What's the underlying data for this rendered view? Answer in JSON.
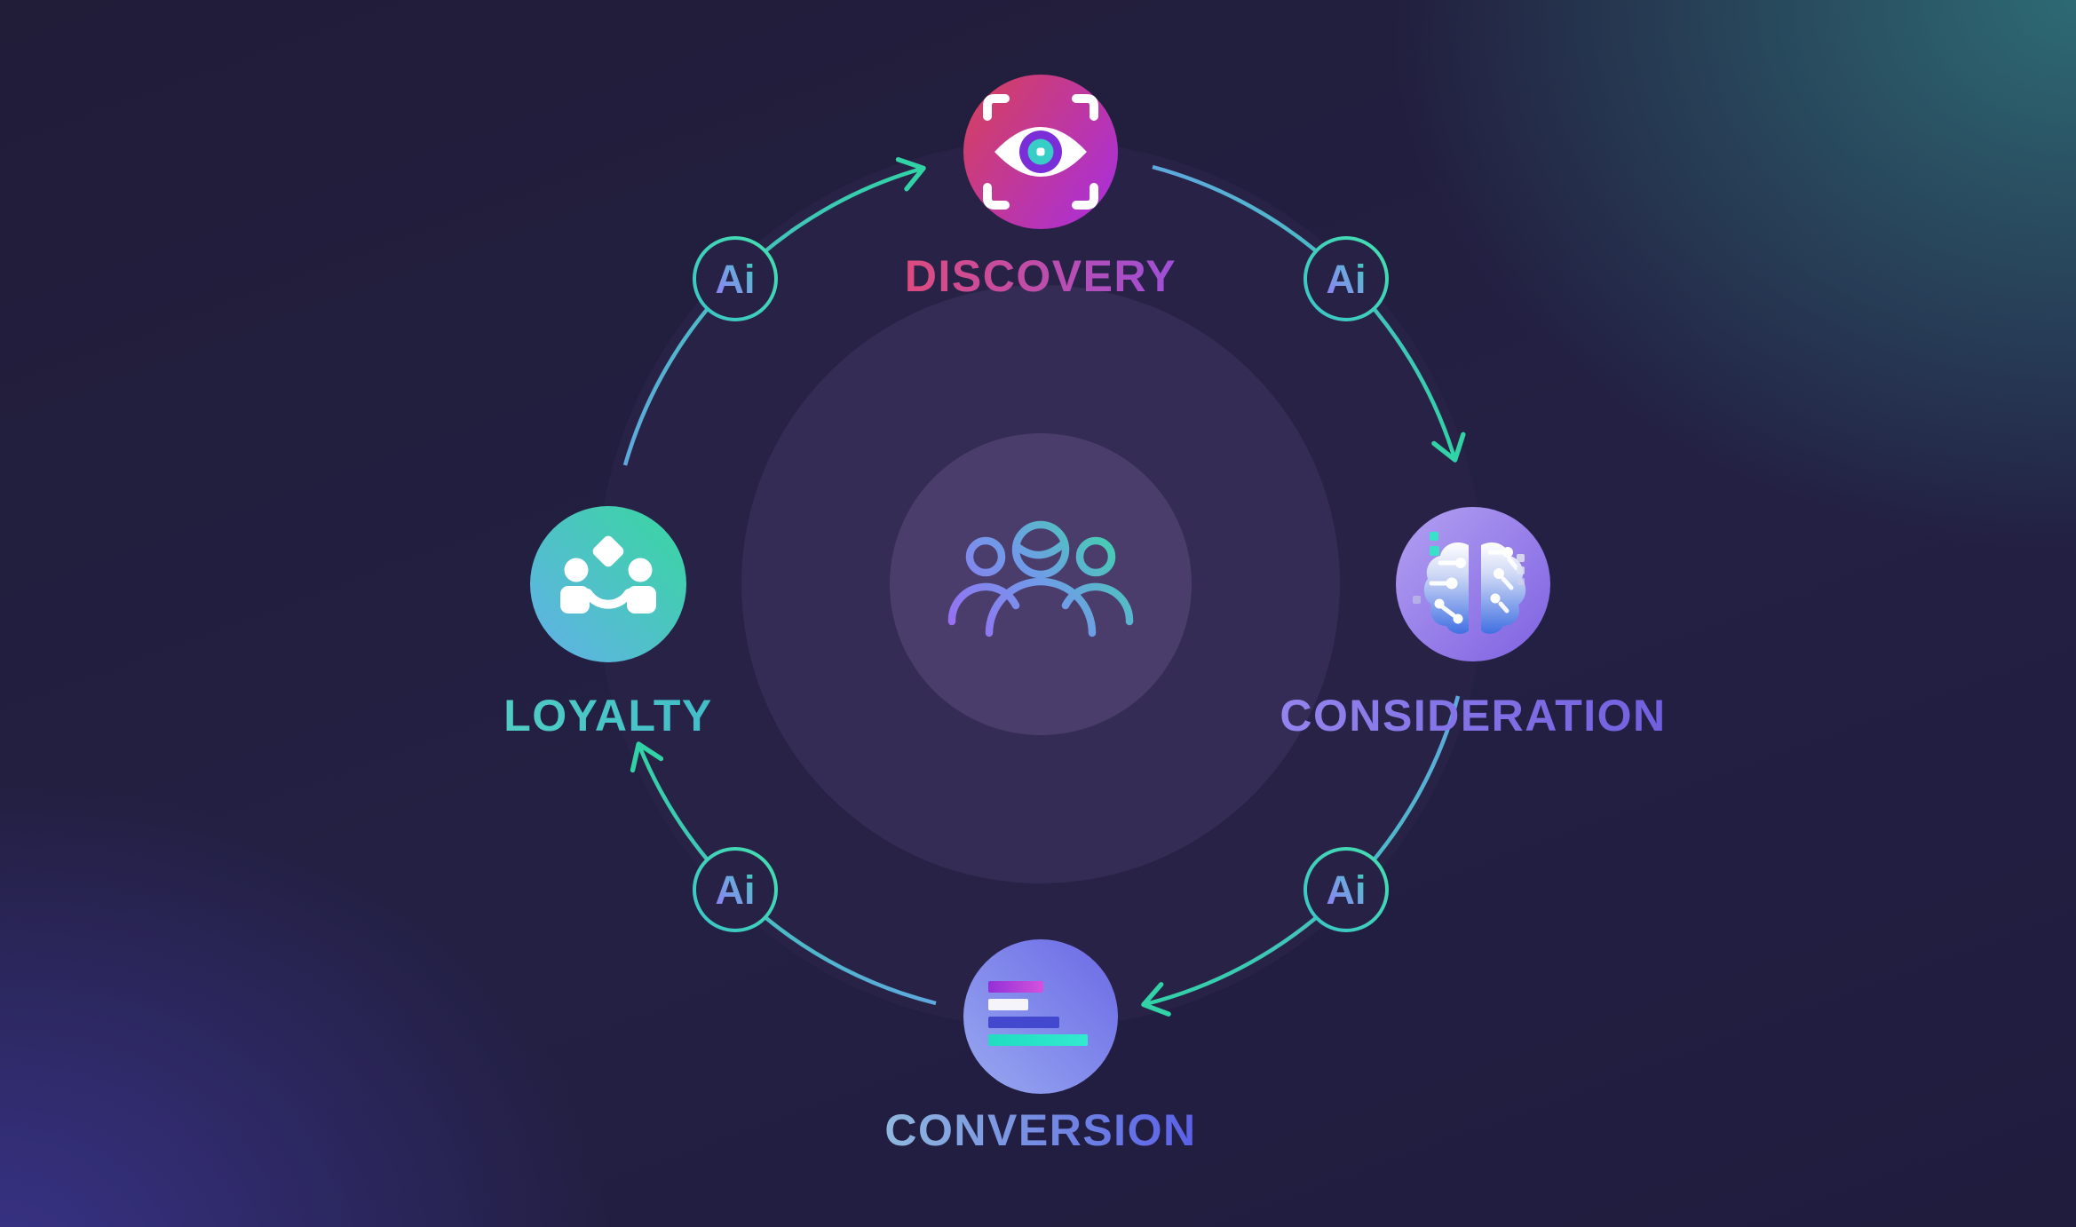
{
  "diagram": {
    "ai_badge_label": "Ai",
    "center_icon": "audience-group-icon",
    "stages": [
      {
        "id": "discovery",
        "label": "DISCOVERY",
        "icon": "eye-viewfinder-icon",
        "badge_from": "#d44060",
        "badge_to": "#aa2fda",
        "label_from": "#dd4b7e",
        "label_to": "#9e4fd8"
      },
      {
        "id": "consideration",
        "label": "CONSIDERATION",
        "icon": "brain-circuit-icon",
        "badge_from": "#b3a0f2",
        "badge_to": "#7e61e1",
        "label_from": "#9384ee",
        "label_to": "#7060de"
      },
      {
        "id": "conversion",
        "label": "CONVERSION",
        "icon": "bar-chart-icon",
        "badge_from": "#98a9f0",
        "badge_to": "#6b69e6",
        "label_from": "#90b8de",
        "label_to": "#5a60e8"
      },
      {
        "id": "loyalty",
        "label": "LOYALTY",
        "icon": "team-handshake-icon",
        "badge_from": "#62b0e9",
        "badge_to": "#38d79f",
        "label_from": "#50cdc5",
        "label_to": "#43bdc9"
      }
    ],
    "flow": [
      "discovery",
      "consideration",
      "conversion",
      "loyalty",
      "discovery"
    ],
    "connector_colors": {
      "start": "#5fa8de",
      "end": "#31d3a6"
    }
  }
}
